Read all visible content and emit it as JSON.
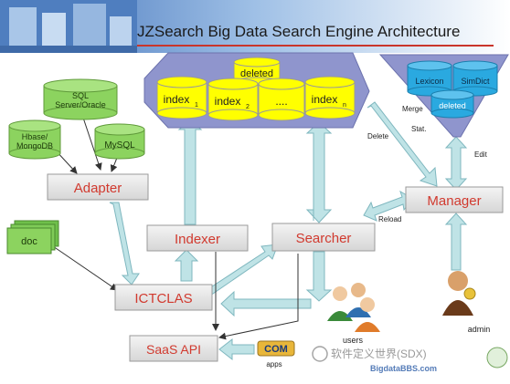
{
  "title": "JZSearch Big Data Search Engine Architecture",
  "colors": {
    "box_fill": "#e9eaea",
    "box_text": "#d13a2f",
    "arrow": "#bfe3e6",
    "arrow_stroke": "#7fb7bf",
    "db_green": "#8cd35f",
    "db_yellow": "#ffff00",
    "db_blue": "#2aa9e0",
    "hex_fill": "#8f95cd",
    "header_blue": "#5b87c9"
  },
  "sources": {
    "sql": "SQL Server/Oracle",
    "hbase": "Hbase/ MongoDB",
    "mysql": "MySQL",
    "doc": "doc"
  },
  "boxes": {
    "adapter": "Adapter",
    "indexer": "Indexer",
    "searcher": "Searcher",
    "manager": "Manager",
    "ictclas": "ICTCLAS",
    "saas": "SaaS API"
  },
  "index_store": {
    "deleted": "deleted",
    "index1": "index",
    "index1_sub": "1",
    "index2": "index",
    "index2_sub": "2",
    "dots": "....",
    "indexn": "index",
    "indexn_sub": "n"
  },
  "dict": {
    "lexicon": "Lexicon",
    "simdict": "SimDict",
    "deleted": "deleted"
  },
  "labels": {
    "merge": "Merge",
    "stat": "Stat.",
    "delete": "Delete",
    "edit": "Edit",
    "reload": "Reload",
    "users": "users",
    "admin": "admin",
    "apps": "apps",
    "com": "COM"
  },
  "watermark": {
    "cn": "软件定义世界(SDX)",
    "site": "BigdataBBS.com"
  }
}
